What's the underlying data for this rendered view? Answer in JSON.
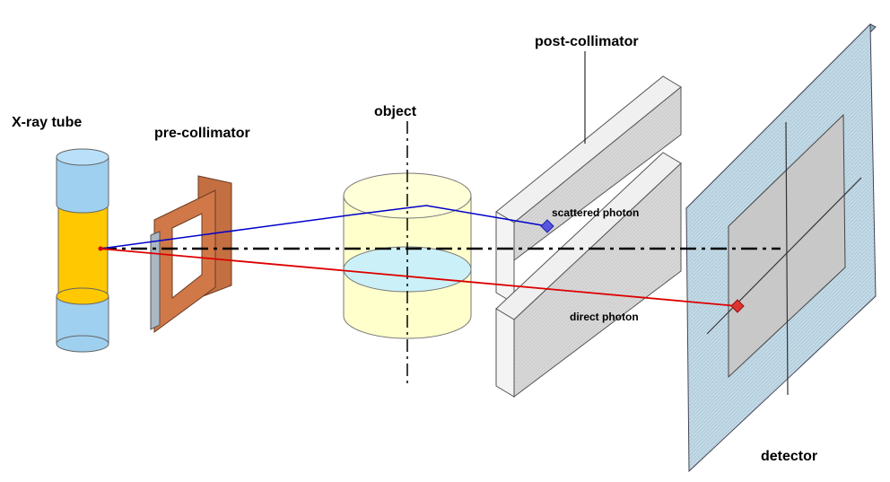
{
  "labels": {
    "xray_tube": "X-ray tube",
    "pre_collimator": "pre-collimator",
    "object": "object",
    "post_collimator": "post-collimator",
    "scattered_photon": "scattered photon",
    "direct_photon": "direct photon",
    "detector": "detector"
  },
  "colors": {
    "tube_body": "#ffc800",
    "tube_caps": "#9fd0f0",
    "pre_collimator": "#d07848",
    "object_fill": "#ffffcc",
    "object_water": "#ccf0f8",
    "post_collimator": "#d4d4d4",
    "detector": "#b4d0e0",
    "scattered_ray": "#0000cc",
    "direct_ray": "#dd0000"
  }
}
